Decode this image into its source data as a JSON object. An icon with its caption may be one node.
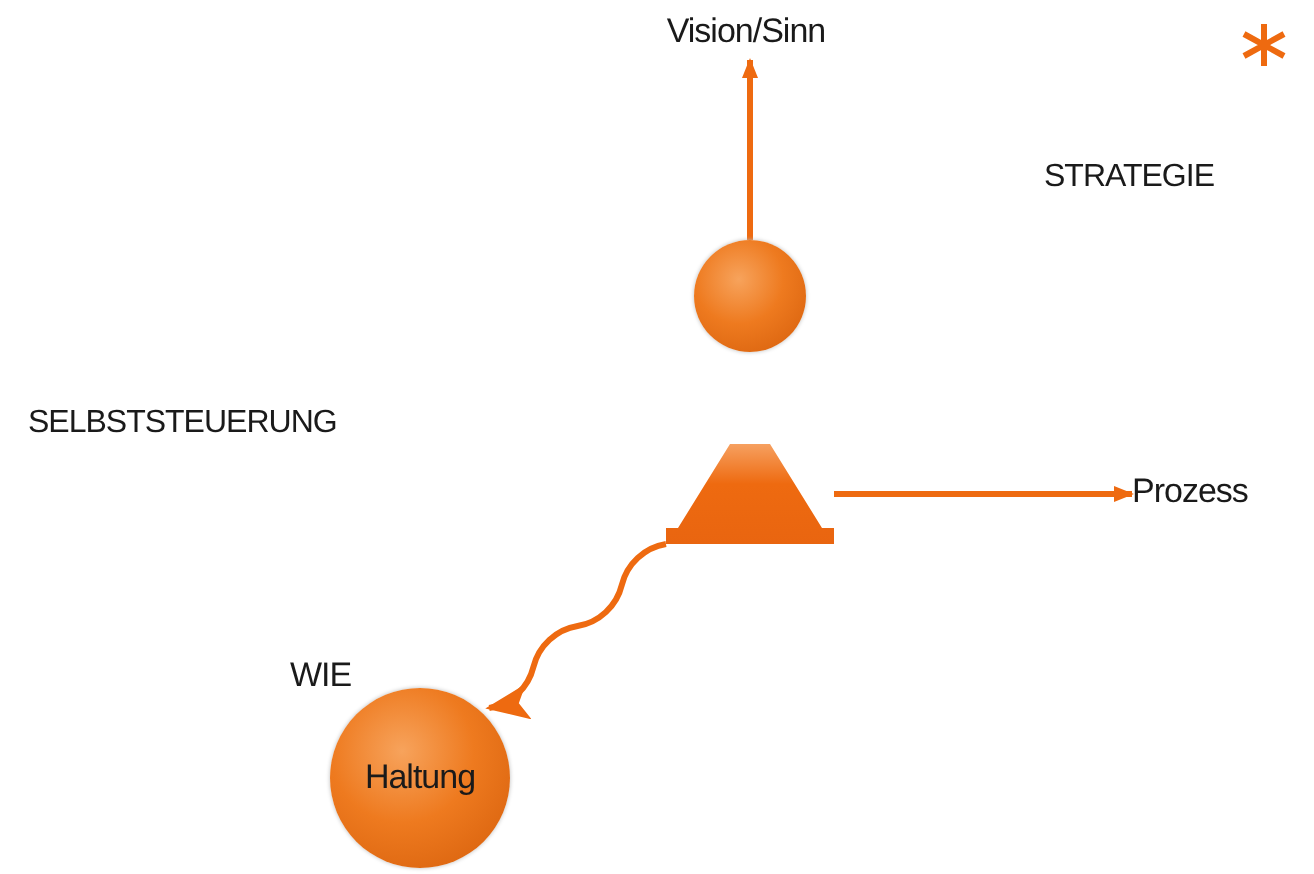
{
  "diagram": {
    "nodes": [
      {
        "text": [
          "Vision/Sinn"
        ]
      },
      {
        "text": [],
        "shape": "circle"
      },
      {
        "text": [],
        "shape": "triangle"
      },
      {
        "text": [
          "Prozess"
        ]
      },
      {
        "text": [
          "WIE",
          "Haltung"
        ]
      }
    ],
    "edges": [
      {
        "from": 1,
        "to": 0,
        "arrow": "to"
      },
      {
        "from": 2,
        "to": 3,
        "arrow": "to"
      },
      {
        "from": 2,
        "to": 4,
        "arrow": "to"
      }
    ],
    "labels": [
      "STRATEGIE",
      "SELBSTSTEUERUNG"
    ]
  }
}
